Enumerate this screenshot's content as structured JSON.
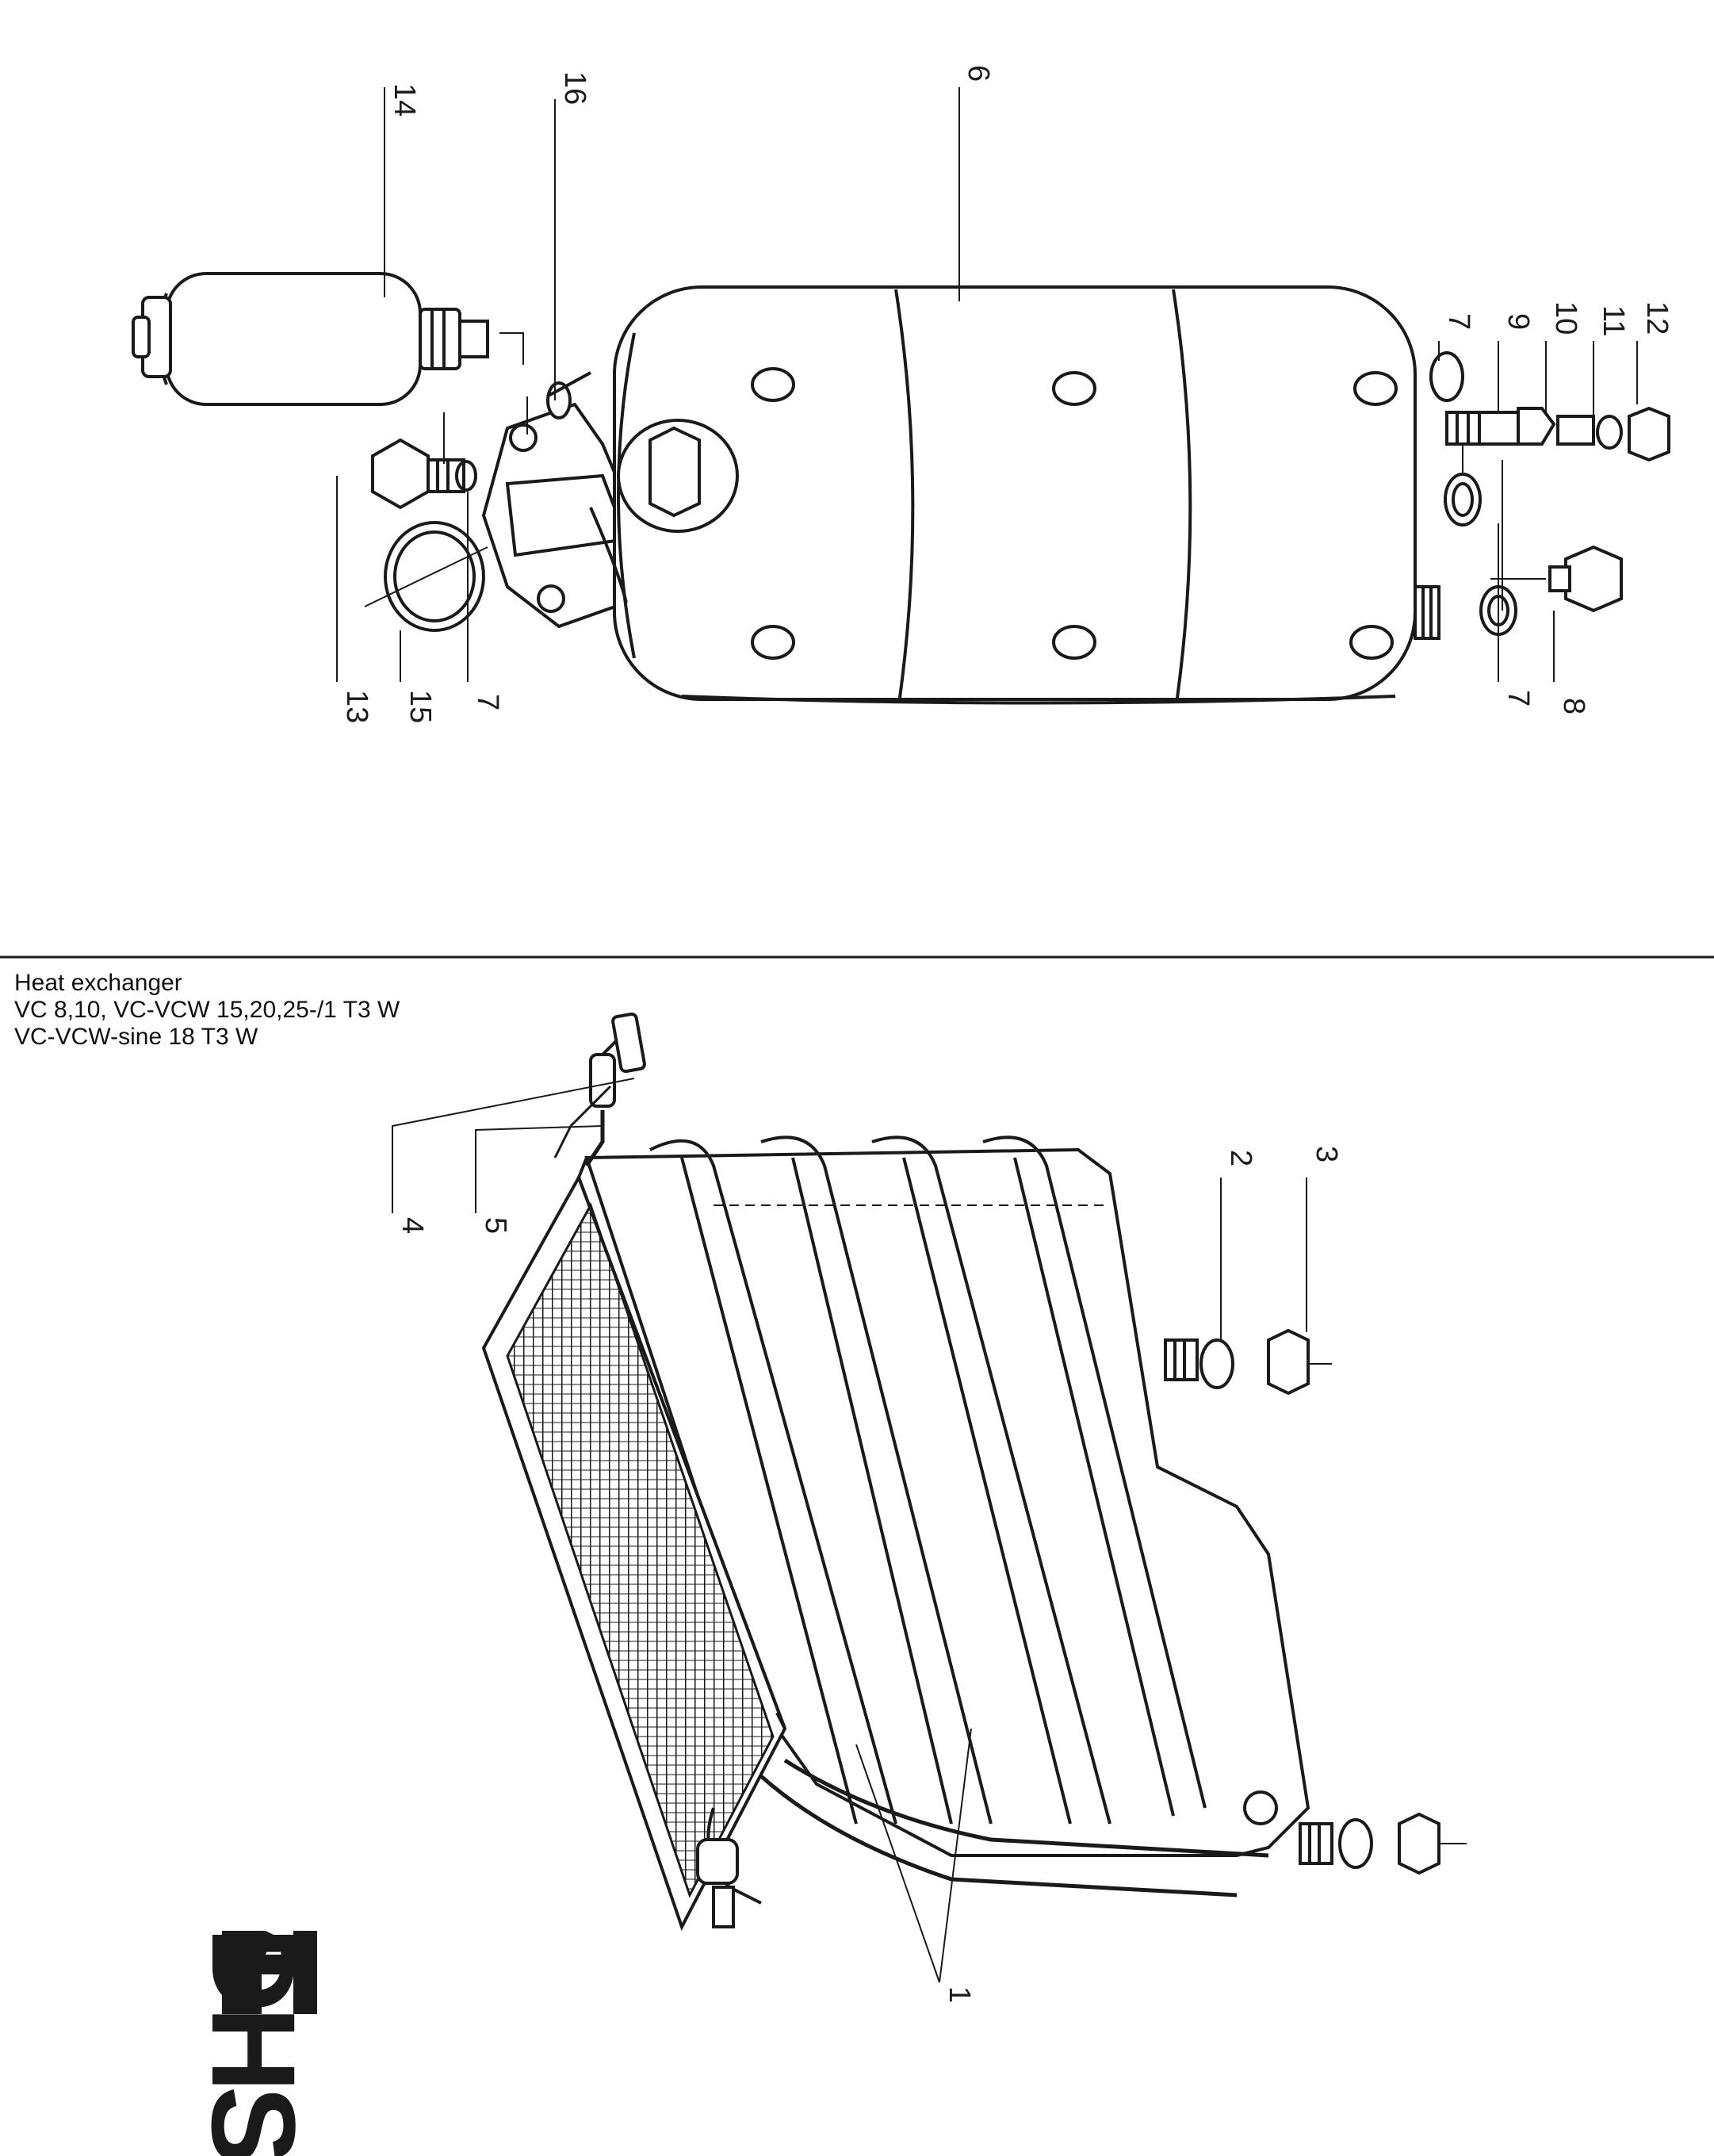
{
  "caption": {
    "title": "Heat exchanger",
    "models_line_1": "VC 8,10, VC-VCW 15,20,25-/1 T3 W",
    "models_line_2": "VC-VCW-sine 18 T3 W"
  },
  "logo": {
    "text": "DHS"
  },
  "callouts_top": [
    "14",
    "16",
    "6",
    "7",
    "9",
    "10",
    "11",
    "12",
    "13",
    "15",
    "7",
    "7",
    "8"
  ],
  "callouts_bottom": [
    "4",
    "5",
    "2",
    "3",
    "1"
  ],
  "colors": {
    "ink": "#1a1a1a",
    "paper": "#ffffff"
  }
}
